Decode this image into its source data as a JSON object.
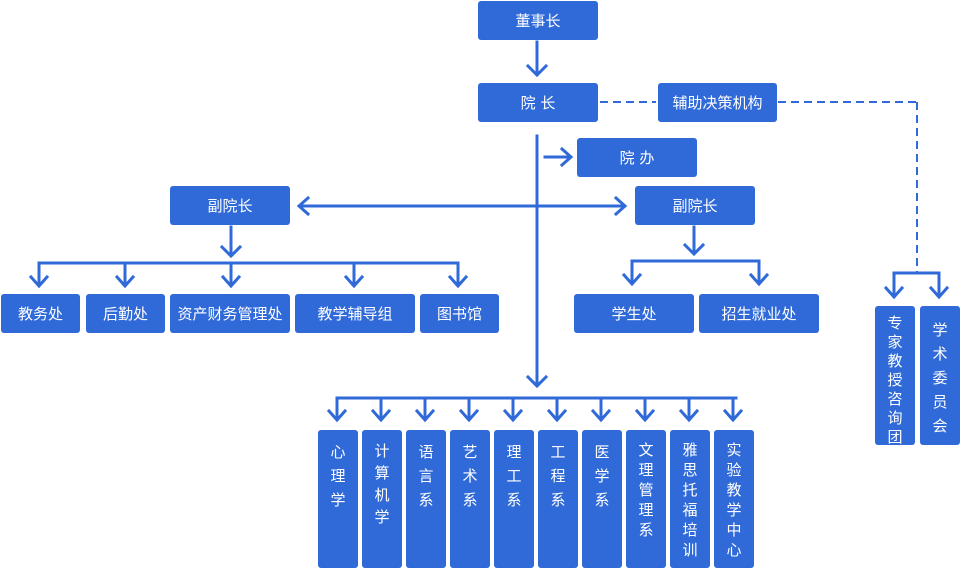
{
  "colors": {
    "box": "#2f6ad8",
    "line": "#2f6ad8",
    "text": "#ffffff"
  },
  "nodes": {
    "chairman": "董事长",
    "president": "院 长",
    "advisory": "辅助决策机构",
    "office": "院 办",
    "vp_left": "副院长",
    "vp_right": "副院长",
    "academic_affairs": "教务处",
    "logistics": "后勤处",
    "finance": "资产财务管理处",
    "teaching_support": "教学辅导组",
    "library": "图书馆",
    "student_affairs": "学生处",
    "admissions": "招生就业处",
    "expert_group": "专家教授咨询团",
    "academic_committee": "学术委员会",
    "departments": [
      "心理学",
      "计算机学",
      "语言系",
      "艺术系",
      "理工系",
      "工程系",
      "医学系",
      "文理管理系",
      "雅思托福培训",
      "实验教学中心"
    ]
  }
}
